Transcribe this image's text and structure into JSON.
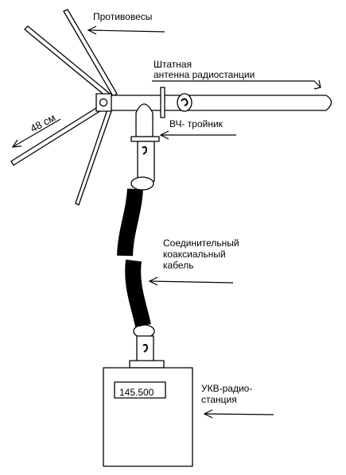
{
  "labels": {
    "counterpoises": "Противовесы",
    "antenna_line1": "Штатная",
    "antenna_line2": "антенна радиостанции",
    "tee": "ВЧ- тройник",
    "cable_line1": "Соединительный",
    "cable_line2": "коаксиальный",
    "cable_line3": "кабель",
    "radio_line1": "УКВ-радио-",
    "radio_line2": "станция",
    "length": "48 см"
  },
  "radio": {
    "frequency": "145.500"
  }
}
